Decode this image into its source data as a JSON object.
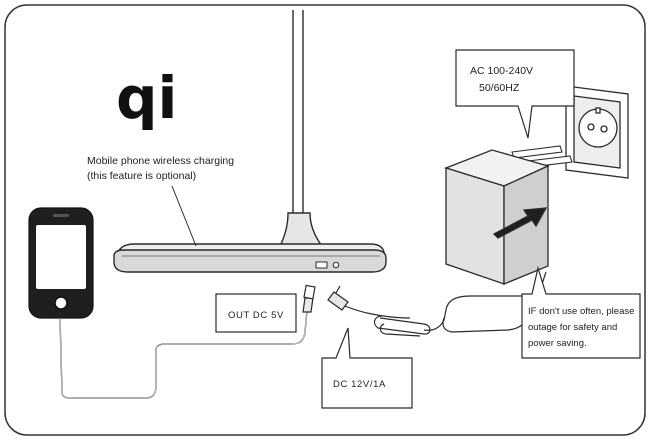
{
  "logo": {
    "text": "qi"
  },
  "labels": {
    "wireless_line1": "Mobile phone wireless charging",
    "wireless_line2": "(this feature is optional)",
    "ac_line1": "AC 100-240V",
    "ac_line2": "50/60HZ",
    "usb_out": "OUT DC 5V",
    "dc_in": "DC 12V/1A",
    "note_line1": "IF don't use often, please",
    "note_line2": "outage for safety and",
    "note_line3": "power saving."
  },
  "colors": {
    "outline": "#2b2b2b",
    "panel_border": "#333333",
    "adapter_front": "#e2e2e2",
    "adapter_side": "#cfcfcf",
    "lamp_base": "#d9d9d9",
    "phone_body": "#1f1f1f"
  }
}
